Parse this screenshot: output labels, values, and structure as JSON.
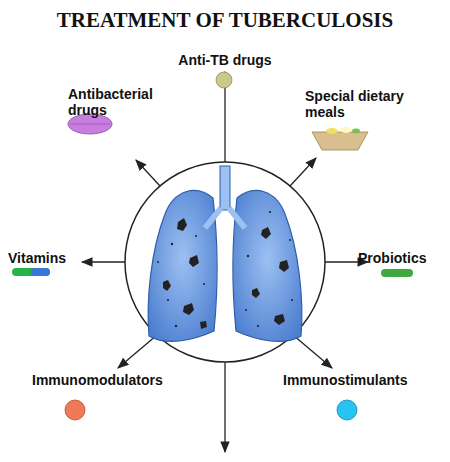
{
  "diagram": {
    "title": "TREATMENT OF TUBERCULOSIS",
    "labels": [
      "Anti-TB drugs",
      "Antibacterial drugs",
      "Special dietary meals",
      "Vitamins",
      "Probiotics",
      "Immunomodulators",
      "Immunostimulants"
    ]
  }
}
